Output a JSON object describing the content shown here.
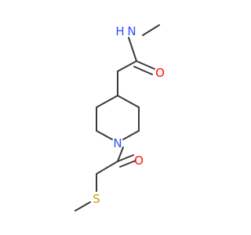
{
  "structure": {
    "atoms": {
      "amide_nitrogen": {
        "label": "N",
        "color": "#3050F8"
      },
      "amide_hydrogen": {
        "label": "H",
        "color": "#3050F8"
      },
      "amide_oxygen": {
        "label": "O",
        "color": "#FF0D0D"
      },
      "ring_nitrogen": {
        "label": "N",
        "color": "#3050F8"
      },
      "acyl_oxygen": {
        "label": "O",
        "color": "#FF0D0D"
      },
      "sulfur": {
        "label": "S",
        "color": "#C8A000"
      }
    },
    "bond_color": "#3a3a3a"
  }
}
